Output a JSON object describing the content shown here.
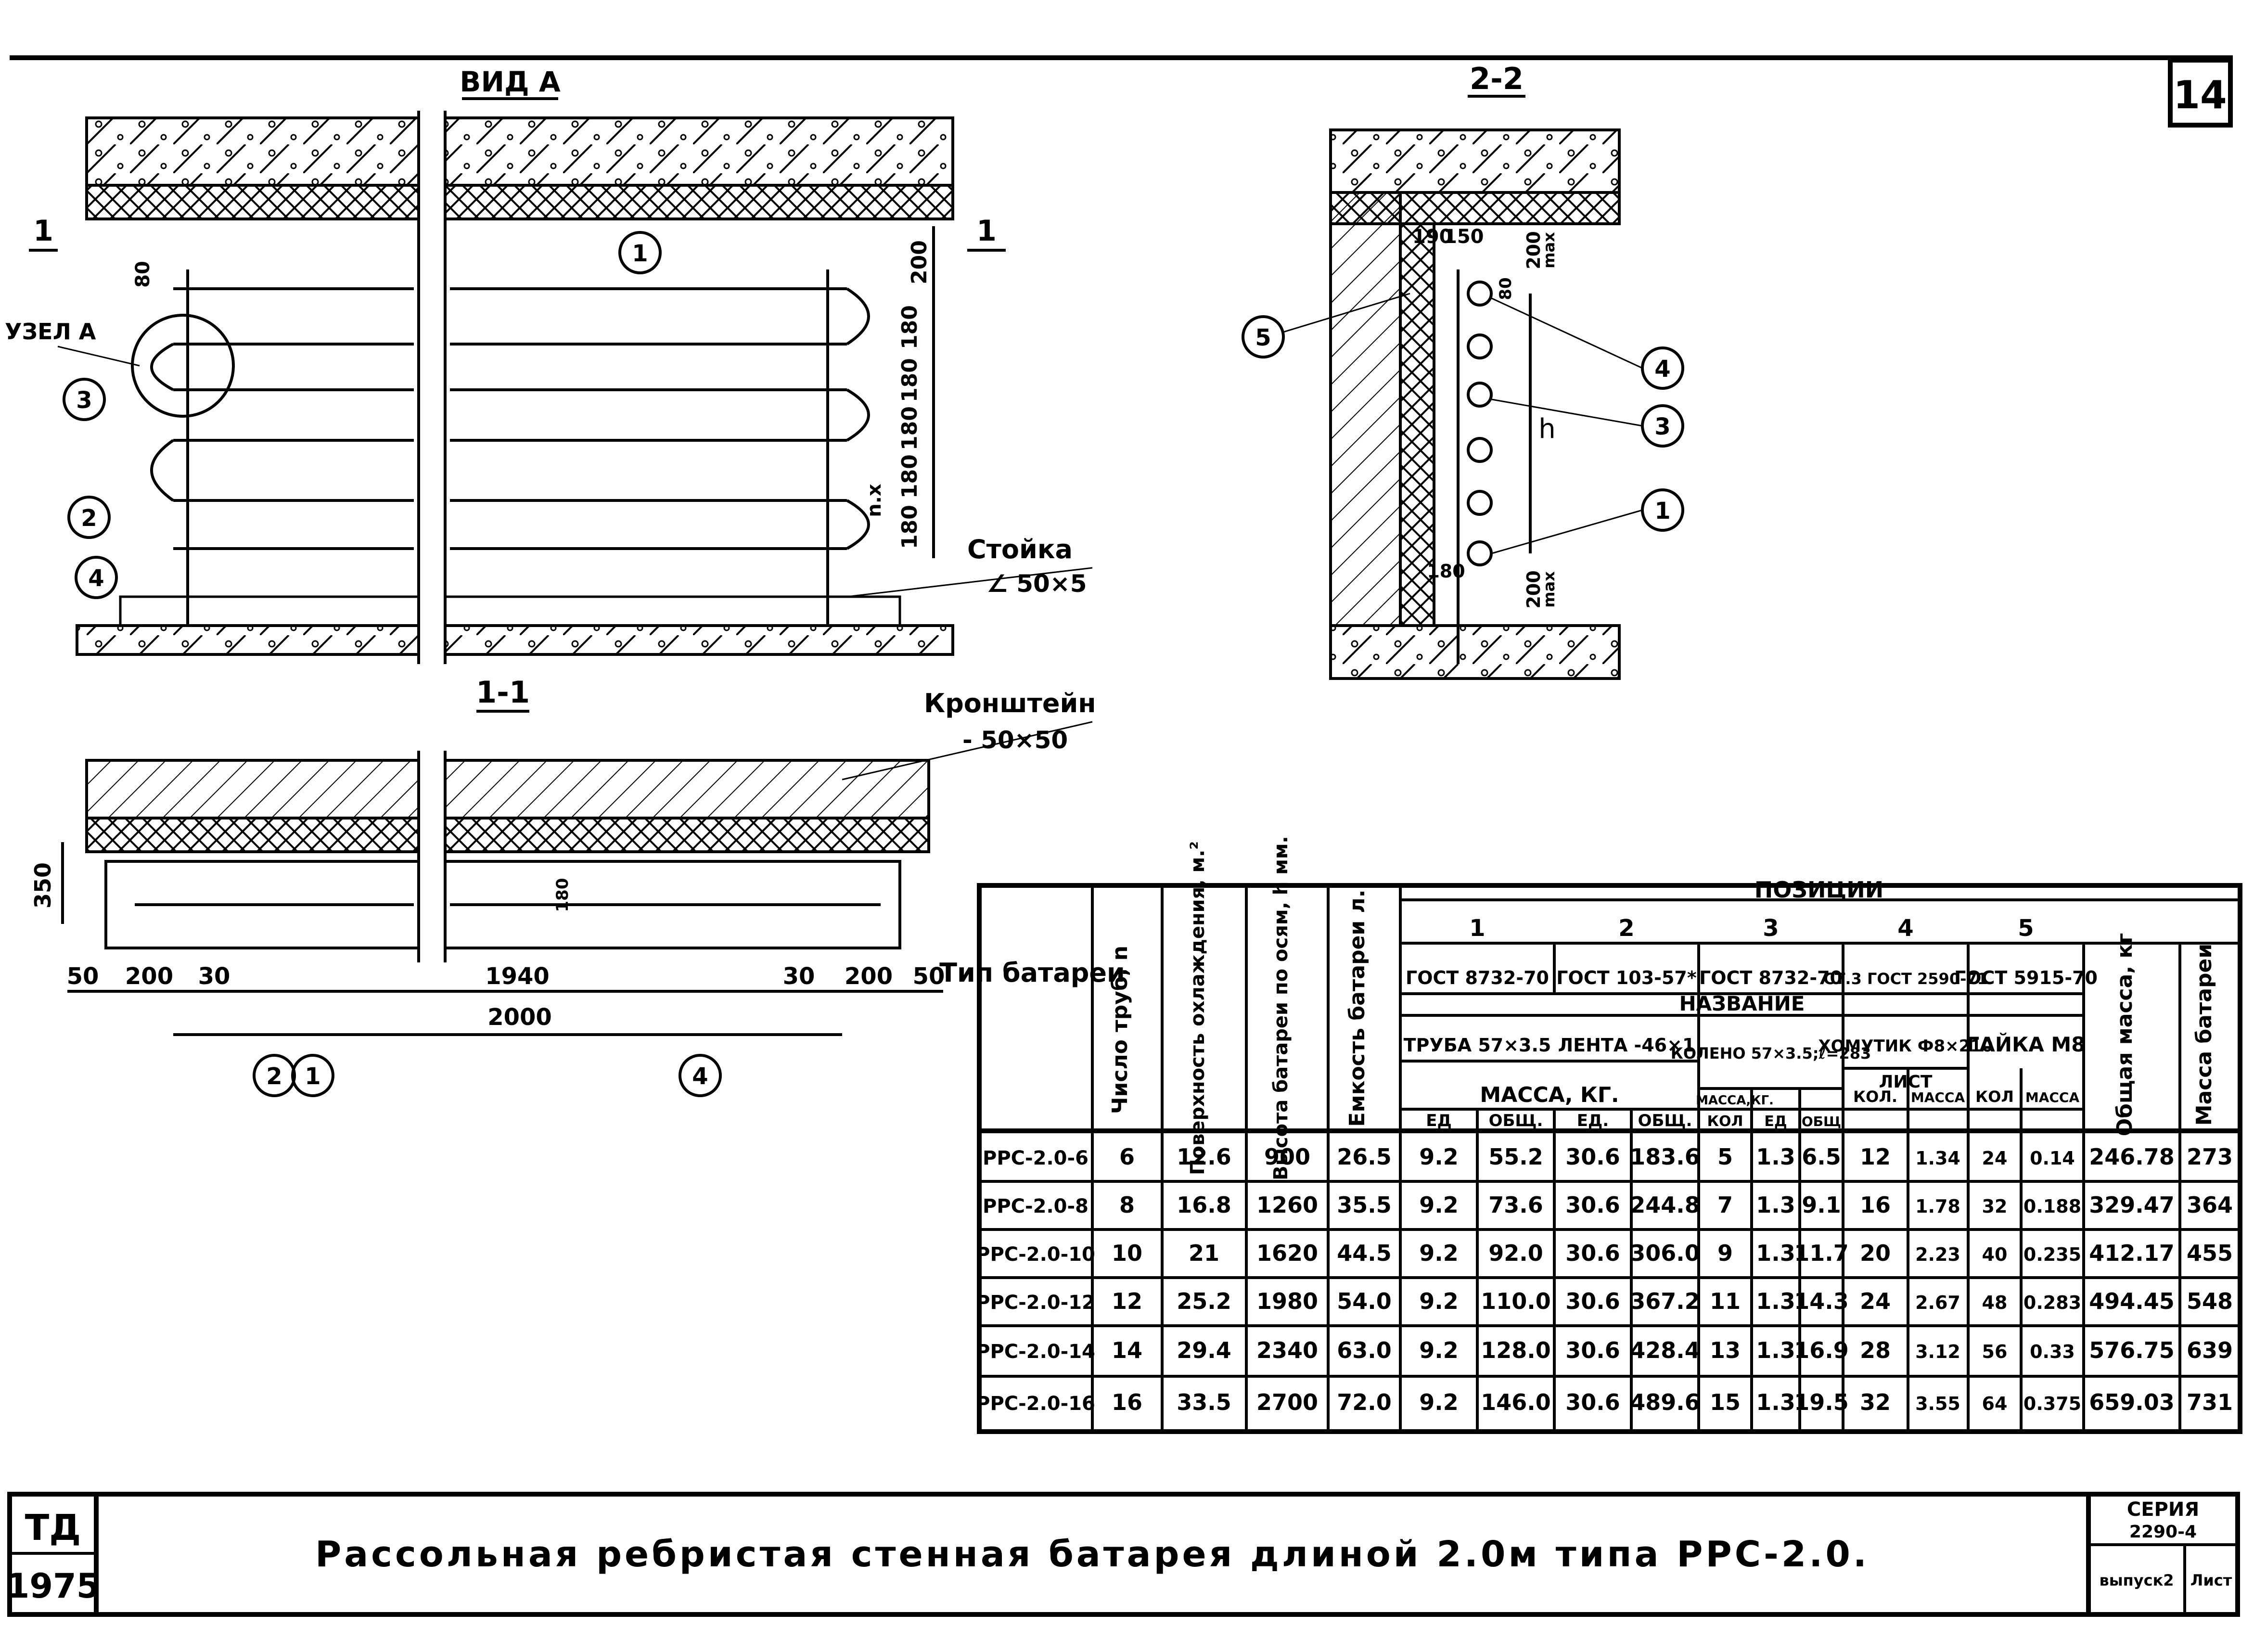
{
  "sheet": {
    "number": "14",
    "org": "ТД",
    "year": "1975",
    "title": "Рассольная ребристая стенная батарея длиной 2.0м типа РРС-2.0.",
    "series_label": "СЕРИЯ",
    "series_value": "2290-4",
    "issue_label": "выпуск2",
    "sheet_label": "Лист"
  },
  "views": {
    "view_a": "ВИД А",
    "section_11": "1-1",
    "section_22": "2-2",
    "section_mark": "1",
    "node_a": "УЗЕЛ А",
    "post_label": "Стойка",
    "post_size": "∠ 50×5",
    "bracket_label": "Кронштейн",
    "bracket_size": "- 50×50",
    "nx_label": "n.х",
    "h_label": "h"
  },
  "dims_view_a": [
    "200",
    "180",
    "180",
    "180",
    "180",
    "180",
    "80"
  ],
  "dims_section_11": {
    "depth": "350",
    "pipe_offset": "180",
    "chain": [
      "50",
      "200",
      "30",
      "1940",
      "30",
      "200",
      "50"
    ],
    "total": "2000"
  },
  "dims_section_22": [
    "190",
    "150",
    "200",
    "80",
    "180",
    "200",
    "max",
    "max"
  ],
  "callouts": {
    "view_a": [
      "1",
      "3",
      "2",
      "4"
    ],
    "section_11": [
      "2",
      "1",
      "4"
    ],
    "section_22": [
      "5",
      "4",
      "3",
      "1"
    ]
  },
  "table": {
    "header_type": "Тип батареи",
    "header_n": "Число труб, n",
    "header_surface": "Поверхность охлаждения, м.²",
    "header_height": "Высота батареи по осям, h мм.",
    "header_capacity": "Емкость батареи л.",
    "header_total_mass": "Общая масса, кг",
    "header_mass_filled": "Масса батареи",
    "positions_label": "ПОЗИЦИИ",
    "name_label": "НАЗВАНИЕ",
    "mass_label": "МАССА, КГ.",
    "positions": [
      {
        "num": "1",
        "std": "ГОСТ 8732-70",
        "name": "ТРУБА 57×3.5"
      },
      {
        "num": "2",
        "std": "ГОСТ 103-57*",
        "name": "ЛЕНТА -46×1"
      },
      {
        "num": "3",
        "std": "ГОСТ 8732-70",
        "name": "КОЛЕНО 57×3.5;ℓ=283"
      },
      {
        "num": "4",
        "std": "СТ.3 ГОСТ 2590-71",
        "name": "ХОМУТИК Ф8×210"
      },
      {
        "num": "5",
        "std": "ГОСТ 5915-70",
        "name": "ГАЙКА М8"
      }
    ],
    "sub_mass": "МАССА,КГ.",
    "sheet_word": "ЛИСТ",
    "sub": [
      "ЕД",
      "ОБЩ.",
      "ЕД.",
      "ОБЩ.",
      "КОЛ",
      "ЕД",
      "ОБЩ",
      "КОЛ.",
      "МАССА",
      "КОЛ",
      "МАССА"
    ],
    "rows": [
      [
        "РРС-2.0-6",
        "6",
        "12.6",
        "900",
        "26.5",
        "9.2",
        "55.2",
        "30.6",
        "183.6",
        "5",
        "1.3",
        "6.5",
        "12",
        "1.34",
        "24",
        "0.14",
        "246.78",
        "273"
      ],
      [
        "РРС-2.0-8",
        "8",
        "16.8",
        "1260",
        "35.5",
        "9.2",
        "73.6",
        "30.6",
        "244.8",
        "7",
        "1.3",
        "9.1",
        "16",
        "1.78",
        "32",
        "0.188",
        "329.47",
        "364"
      ],
      [
        "РРС-2.0-10",
        "10",
        "21",
        "1620",
        "44.5",
        "9.2",
        "92.0",
        "30.6",
        "306.0",
        "9",
        "1.3",
        "11.7",
        "20",
        "2.23",
        "40",
        "0.235",
        "412.17",
        "455"
      ],
      [
        "РРС-2.0-12",
        "12",
        "25.2",
        "1980",
        "54.0",
        "9.2",
        "110.0",
        "30.6",
        "367.2",
        "11",
        "1.3",
        "14.3",
        "24",
        "2.67",
        "48",
        "0.283",
        "494.45",
        "548"
      ],
      [
        "РРС-2.0-14",
        "14",
        "29.4",
        "2340",
        "63.0",
        "9.2",
        "128.0",
        "30.6",
        "428.4",
        "13",
        "1.3",
        "16.9",
        "28",
        "3.12",
        "56",
        "0.33",
        "576.75",
        "639"
      ],
      [
        "РРС-2.0-16",
        "16",
        "33.5",
        "2700",
        "72.0",
        "9.2",
        "146.0",
        "30.6",
        "489.6",
        "15",
        "1.3",
        "19.5",
        "32",
        "3.55",
        "64",
        "0.375",
        "659.03",
        "731"
      ]
    ]
  }
}
